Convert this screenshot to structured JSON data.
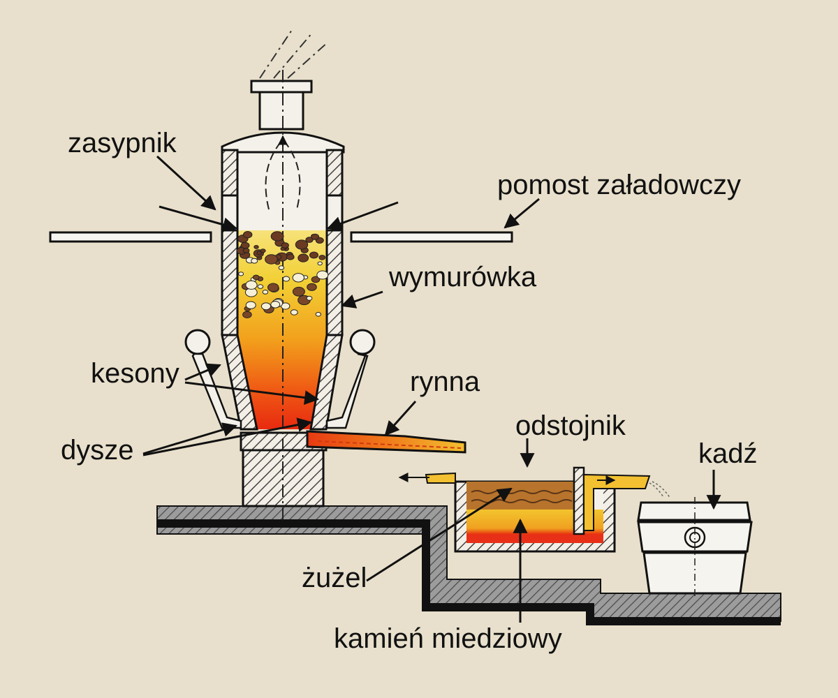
{
  "labels": {
    "zasypnik": "zasypnik",
    "pomost": "pomost załadowczy",
    "wymurowka": "wymurówka",
    "kesony": "kesony",
    "rynna": "rynna",
    "dysze": "dysze",
    "odstojnik": "odstojnik",
    "kadz": "kadź",
    "zuzel": "żużel",
    "kamien": "kamień miedziowy"
  },
  "colors": {
    "background": "#e8e0cc",
    "outline": "#111111",
    "wall_hatch": "#555555",
    "ground_fill": "#8a8a8a",
    "melt_top": "#f2d035",
    "melt_mid": "#f29a1c",
    "melt_bottom": "#e82a10",
    "slag": "#b8742c",
    "matte": "#e83018",
    "ore_lumps": "#6a3a22"
  },
  "icons": [
    "arrow-icon",
    "tuyere-ball-icon",
    "ladle-icon"
  ]
}
